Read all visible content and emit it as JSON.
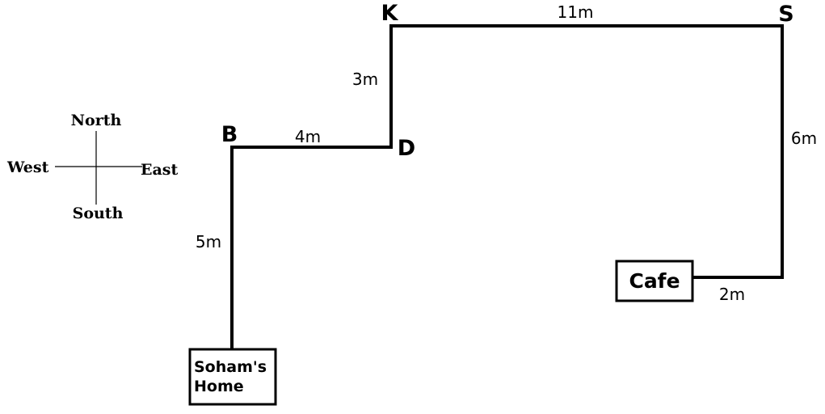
{
  "compass": {
    "north": "North",
    "south": "South",
    "east": "East",
    "west": "West"
  },
  "points": {
    "b": "B",
    "d": "D",
    "k": "K",
    "s": "S"
  },
  "distances": {
    "home_b": "5m",
    "b_d": "4m",
    "d_k": "3m",
    "k_s": "11m",
    "s_cafe_vertical": "6m",
    "cafe_horizontal": "2m"
  },
  "places": {
    "home_line1": "Soham's",
    "home_line2": "Home",
    "cafe": "Cafe"
  }
}
